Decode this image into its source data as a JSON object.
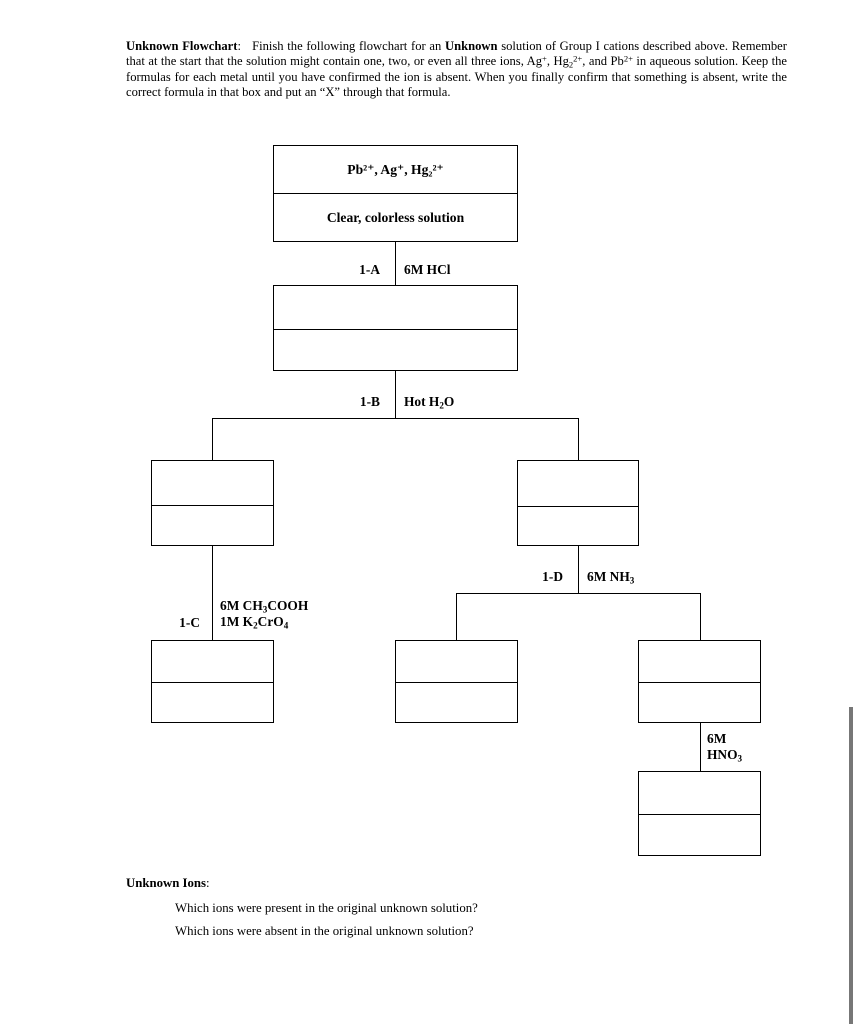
{
  "document": {
    "intro": {
      "heading": "Unknown Flowchart",
      "heading_colon": ":",
      "body_1": "Finish the following flowchart for an ",
      "emphasis_1": "Unknown",
      "body_2": " solution of Group I cations described above.  Remember that at the start that the solution might contain one, two, or even all three ions, Ag",
      "ion_ag_charge": "+",
      "body_3": ", Hg",
      "ion_hg_sub": "2",
      "ion_hg_charge": "2+",
      "body_4": ", and Pb",
      "ion_pb_charge": "2+",
      "body_5": " in aqueous solution.  Keep the formulas for each metal until you have confirmed the ion is absent.  When you finally confirm that something is absent, write the correct formula in that box and put an “X” through that formula."
    },
    "flowchart": {
      "boxes": [
        {
          "id": "box-start",
          "top_text": "Pb²⁺, Ag⁺, Hg₂²⁺",
          "bottom_text": "Clear, colorless solution"
        },
        {
          "id": "box-1a-result",
          "top_text": "",
          "bottom_text": ""
        },
        {
          "id": "box-1b-left",
          "top_text": "",
          "bottom_text": ""
        },
        {
          "id": "box-1b-right",
          "top_text": "",
          "bottom_text": ""
        },
        {
          "id": "box-1c-result",
          "top_text": "",
          "bottom_text": ""
        },
        {
          "id": "box-1d-left",
          "top_text": "",
          "bottom_text": ""
        },
        {
          "id": "box-1d-right",
          "top_text": "",
          "bottom_text": ""
        },
        {
          "id": "box-hno3-result",
          "top_text": "",
          "bottom_text": ""
        }
      ],
      "steps": {
        "step_1a": "1-A",
        "reagent_1a": "6M HCl",
        "step_1b": "1-B",
        "reagent_1b_pre": "Hot H",
        "reagent_1b_sub": "2",
        "reagent_1b_post": "O",
        "step_1c": "1-C",
        "reagent_1c_line1_pre": "6M CH",
        "reagent_1c_line1_sub": "3",
        "reagent_1c_line1_post": "COOH",
        "reagent_1c_line2_pre": "1M K",
        "reagent_1c_line2_sub": "2",
        "reagent_1c_line2_mid": "CrO",
        "reagent_1c_line2_sub2": "4",
        "step_1d": "1-D",
        "reagent_1d_pre": "6M NH",
        "reagent_1d_sub": "3",
        "reagent_hno3_line1": "6M",
        "reagent_hno3_line2_pre": "HNO",
        "reagent_hno3_line2_sub": "3"
      }
    },
    "unknown_ions": {
      "heading": "Unknown Ions",
      "heading_colon": ":",
      "question_present": "Which ions were present in the original unknown solution?",
      "question_absent": "Which ions were absent in the original unknown solution?"
    },
    "scrollbar": {
      "name": "vertical-scrollbar"
    },
    "colors": {
      "text": "#000000",
      "line": "#000000",
      "background": "#ffffff",
      "scrollbar_thumb": "#777777"
    }
  }
}
